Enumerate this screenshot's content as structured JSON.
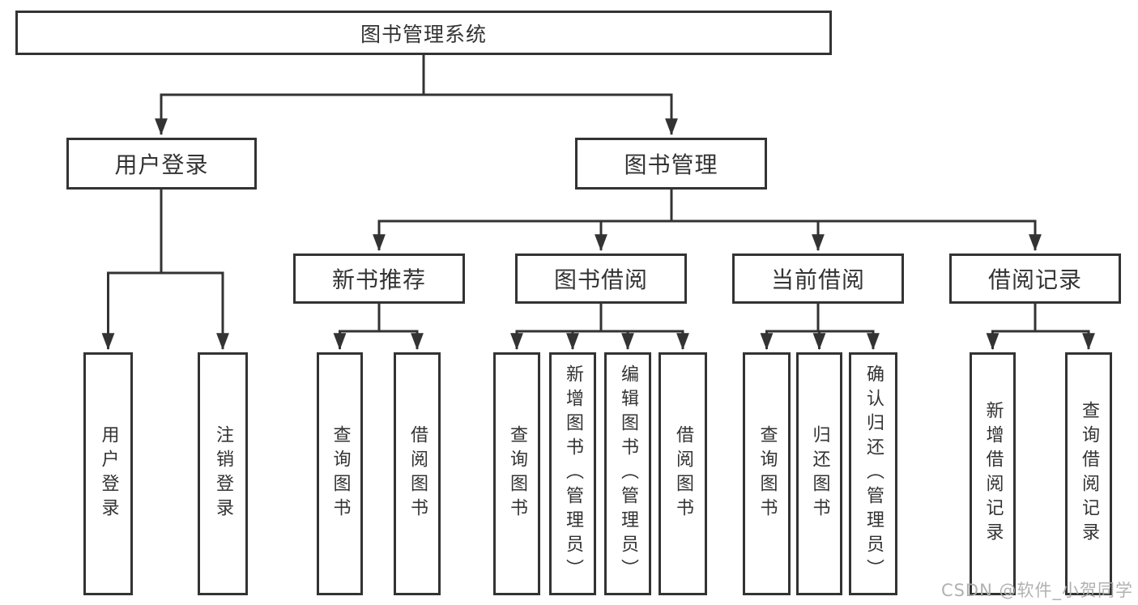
{
  "diagram": {
    "type": "hierarchy-tree",
    "watermark": "CSDN @软件_小贺同学",
    "colors": {
      "line": "#333333",
      "box_border": "#333333",
      "box_background": "#ffffff",
      "text": "#333333",
      "watermark": "#adadad"
    },
    "tree": {
      "label": "图书管理系统",
      "children": [
        {
          "label": "用户登录",
          "children": [
            {
              "label": "用户登录"
            },
            {
              "label": "注销登录"
            }
          ]
        },
        {
          "label": "图书管理",
          "children": [
            {
              "label": "新书推荐",
              "children": [
                {
                  "label": "查询图书"
                },
                {
                  "label": "借阅图书"
                }
              ]
            },
            {
              "label": "图书借阅",
              "children": [
                {
                  "label": "查询图书"
                },
                {
                  "label": "新增图书（管理员）"
                },
                {
                  "label": "编辑图书（管理员）"
                },
                {
                  "label": "借阅图书"
                }
              ]
            },
            {
              "label": "当前借阅",
              "children": [
                {
                  "label": "查询图书"
                },
                {
                  "label": "归还图书"
                },
                {
                  "label": "确认归还（管理员）"
                }
              ]
            },
            {
              "label": "借阅记录",
              "children": [
                {
                  "label": "新增借阅记录"
                },
                {
                  "label": "查询借阅记录"
                }
              ]
            }
          ]
        }
      ]
    }
  }
}
